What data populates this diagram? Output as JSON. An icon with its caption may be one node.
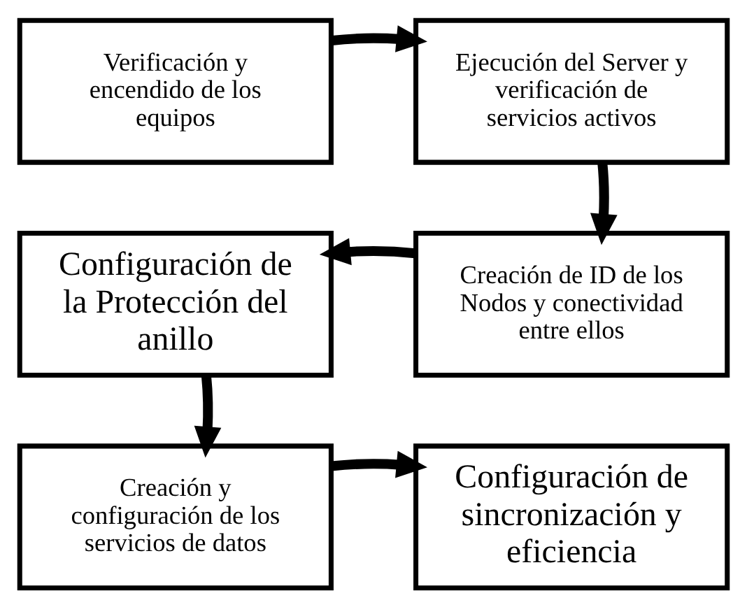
{
  "diagram": {
    "nodes": [
      {
        "text": [
          "Verificación y encendido de los equipos"
        ]
      },
      {
        "text": [
          "Ejecución del Server y verificación de servicios activos"
        ]
      },
      {
        "text": [
          "Configuración de la Protección del anillo"
        ]
      },
      {
        "text": [
          "Creación de ID de los Nodos y conectividad entre ellos"
        ]
      },
      {
        "text": [
          "Creación y configuración de los servicios de datos"
        ]
      },
      {
        "text": [
          "Configuración de sincronización y eficiencia"
        ]
      }
    ],
    "edges": [
      {
        "from": 0,
        "to": 1,
        "arrow": "to"
      },
      {
        "from": 1,
        "to": 3,
        "arrow": "to"
      },
      {
        "from": 3,
        "to": 2,
        "arrow": "to"
      },
      {
        "from": 2,
        "to": 4,
        "arrow": "to"
      },
      {
        "from": 4,
        "to": 5,
        "arrow": "to"
      }
    ]
  }
}
